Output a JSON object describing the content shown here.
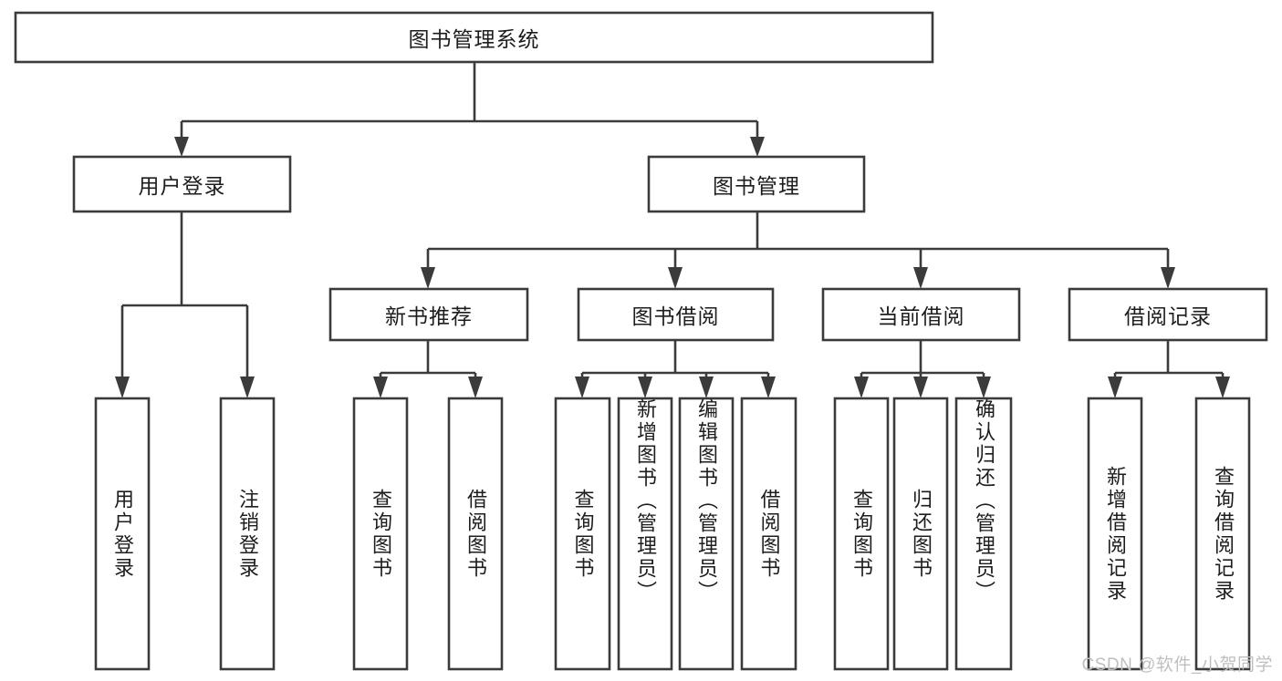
{
  "diagram": {
    "type": "hierarchy-tree",
    "title": "图书管理系统",
    "watermark": "CSDN @软件_小贺同学",
    "colors": {
      "stroke": "#3b3b3b",
      "fill": "#ffffff",
      "text": "#1d1d1d",
      "watermark": "#bfbfbf"
    },
    "root": {
      "label": "图书管理系统",
      "orientation": "horizontal"
    },
    "level2": [
      {
        "label": "用户登录",
        "orientation": "horizontal"
      },
      {
        "label": "图书管理",
        "orientation": "horizontal"
      }
    ],
    "level3": [
      {
        "label": "新书推荐",
        "orientation": "horizontal",
        "parent": "图书管理"
      },
      {
        "label": "图书借阅",
        "orientation": "horizontal",
        "parent": "图书管理"
      },
      {
        "label": "当前借阅",
        "orientation": "horizontal",
        "parent": "图书管理"
      },
      {
        "label": "借阅记录",
        "orientation": "horizontal",
        "parent": "图书管理"
      }
    ],
    "leaves": {
      "用户登录": [
        {
          "label": "用户登录",
          "orientation": "vertical"
        },
        {
          "label": "注销登录",
          "orientation": "vertical"
        }
      ],
      "新书推荐": [
        {
          "label": "查询图书",
          "orientation": "vertical"
        },
        {
          "label": "借阅图书",
          "orientation": "vertical"
        }
      ],
      "图书借阅": [
        {
          "label": "查询图书",
          "orientation": "vertical"
        },
        {
          "label": "新增图书（管理员）",
          "orientation": "vertical"
        },
        {
          "label": "编辑图书（管理员）",
          "orientation": "vertical"
        },
        {
          "label": "借阅图书",
          "orientation": "vertical"
        }
      ],
      "当前借阅": [
        {
          "label": "查询图书",
          "orientation": "vertical"
        },
        {
          "label": "归还图书",
          "orientation": "vertical"
        },
        {
          "label": "确认归还（管理员）",
          "orientation": "vertical"
        }
      ],
      "借阅记录": [
        {
          "label": "新增借阅记录",
          "orientation": "vertical"
        },
        {
          "label": "查询借阅记录",
          "orientation": "vertical"
        }
      ]
    }
  }
}
